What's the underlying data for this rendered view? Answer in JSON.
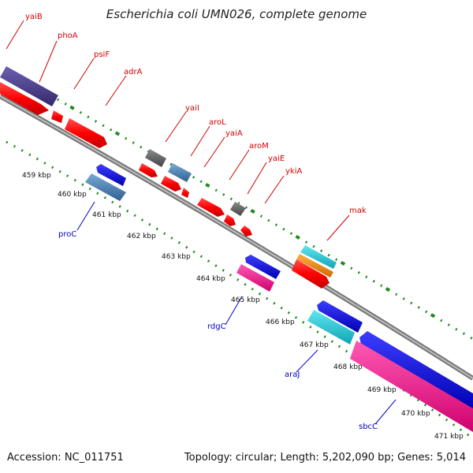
{
  "title": "Escherichia coli UMN026, complete genome",
  "footer": {
    "accession": "Accession: NC_011751",
    "summary": "Topology: circular; Length: 5,202,090 bp; Genes: 5,014"
  },
  "scale_unit": "kbp",
  "ticks": [
    459,
    460,
    461,
    462,
    463,
    464,
    465,
    466,
    467,
    468,
    469,
    470,
    471
  ],
  "colors": {
    "red": "#ff0000",
    "dark_purple": "#4a3f8a",
    "gray": "#666666",
    "steel_blue": "#4682b4",
    "blue": "#0000ee",
    "magenta": "#ff1493",
    "cyan": "#20c8d8",
    "orange": "#ff8c00",
    "dotted_track": "#1f8a1f"
  },
  "genes_top": [
    {
      "name": "yaiB",
      "color": "dark_purple"
    },
    {
      "name": "phoA",
      "color": "red"
    },
    {
      "name": "psiF",
      "color": "red"
    },
    {
      "name": "adrA",
      "color": "red"
    },
    {
      "name": "yaiI",
      "color": "gray"
    },
    {
      "name": "aroL",
      "color": "steel_blue"
    },
    {
      "name": "yaiA",
      "color": "red"
    },
    {
      "name": "aroM",
      "color": "red"
    },
    {
      "name": "yaiE",
      "color": "gray"
    },
    {
      "name": "ykiA",
      "color": "red"
    },
    {
      "name": "mak",
      "color": "cyan"
    }
  ],
  "genes_bottom": [
    {
      "name": "proC",
      "color": "steel_blue"
    },
    {
      "name": "rdgC",
      "color": "magenta"
    },
    {
      "name": "araJ",
      "color": "cyan"
    },
    {
      "name": "sbcC",
      "color": "magenta"
    }
  ]
}
